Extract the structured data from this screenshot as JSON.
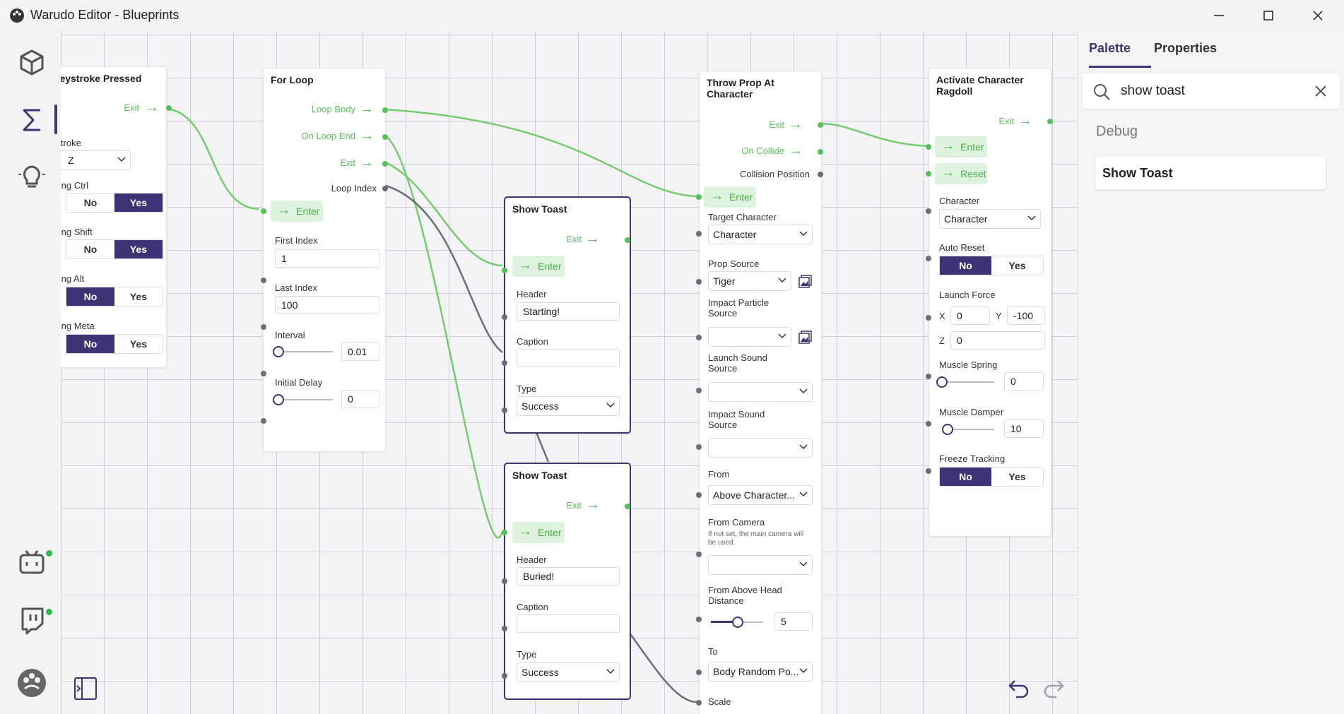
{
  "window": {
    "title": "Warudo Editor - Blueprints"
  },
  "nodes": {
    "keystroke": {
      "title": "On Keystroke Pressed",
      "exit": "Exit",
      "keystroke_label": "Keystroke",
      "keystroke_value": "Z",
      "ctrl_label": "Holding Ctrl",
      "shift_label": "Holding Shift",
      "alt_label": "Holding Alt",
      "meta_label": "Holding Meta",
      "no": "No",
      "yes": "Yes",
      "ctrl_value": "Yes",
      "shift_value": "Yes",
      "alt_value": "No",
      "meta_value": "No"
    },
    "for_loop": {
      "title": "For Loop",
      "loop_body": "Loop Body",
      "on_loop_end": "On Loop End",
      "exit": "Exit",
      "loop_index": "Loop Index",
      "enter": "Enter",
      "first_index_label": "First Index",
      "first_index": "1",
      "last_index_label": "Last Index",
      "last_index": "100",
      "interval_label": "Interval",
      "interval": "0.01",
      "initial_delay_label": "Initial Delay",
      "initial_delay": "0"
    },
    "toast1": {
      "title": "Show Toast",
      "exit": "Exit",
      "enter": "Enter",
      "header_label": "Header",
      "header": "Starting!",
      "caption_label": "Caption",
      "caption": "",
      "type_label": "Type",
      "type": "Success"
    },
    "toast2": {
      "title": "Show Toast",
      "exit": "Exit",
      "enter": "Enter",
      "header_label": "Header",
      "header": "Buried!",
      "caption_label": "Caption",
      "caption": "",
      "type_label": "Type",
      "type": "Success"
    },
    "throw": {
      "title": "Throw Prop At Character",
      "exit": "Exit",
      "on_collide": "On Collide",
      "collision_position": "Collision Position",
      "enter": "Enter",
      "target_label": "Target Character",
      "target": "Character",
      "prop_source_label": "Prop Source",
      "prop_source": "Tiger",
      "impact_particle_label": "Impact Particle Source",
      "impact_particle": "",
      "launch_sound_label": "Launch Sound Source",
      "launch_sound": "",
      "impact_sound_label": "Impact Sound Source",
      "impact_sound": "",
      "from_label": "From",
      "from": "Above Character...",
      "from_camera_label": "From Camera",
      "from_camera_note": "If not set, the main camera will be used.",
      "from_camera": "",
      "head_distance_label": "From Above Head Distance",
      "head_distance": "5",
      "head_distance_fraction": 0.5,
      "to_label": "To",
      "to": "Body Random Po...",
      "scale_label": "Scale"
    },
    "ragdoll": {
      "title": "Activate Character Ragdoll",
      "exit": "Exit",
      "enter": "Enter",
      "reset": "Reset",
      "character_label": "Character",
      "character": "Character",
      "auto_reset_label": "Auto Reset",
      "auto_reset": "No",
      "no": "No",
      "yes": "Yes",
      "launch_force_label": "Launch Force",
      "x_label": "X",
      "x": "0",
      "y_label": "Y",
      "y": "-100",
      "z_label": "Z",
      "z": "0",
      "muscle_spring_label": "Muscle Spring",
      "muscle_spring": "0",
      "muscle_damper_label": "Muscle Damper",
      "muscle_damper": "10",
      "freeze_label": "Freeze Tracking",
      "freeze": "No"
    }
  },
  "palette": {
    "tabs": [
      "Palette",
      "Properties"
    ],
    "active_tab": "Palette",
    "search_value": "show toast",
    "section": "Debug",
    "results": [
      "Show Toast"
    ]
  },
  "colors": {
    "accent": "#3c3475",
    "flow": "#58c05a",
    "data_port": "#6b6e75"
  },
  "icons": {
    "sidebar": [
      "cube-icon",
      "sigma-icon",
      "lightbulb-icon",
      "bilibili-icon",
      "twitch-icon",
      "warudo-logo-icon"
    ],
    "bottom": [
      "toggle-panel-icon",
      "undo-icon",
      "redo-icon"
    ]
  }
}
